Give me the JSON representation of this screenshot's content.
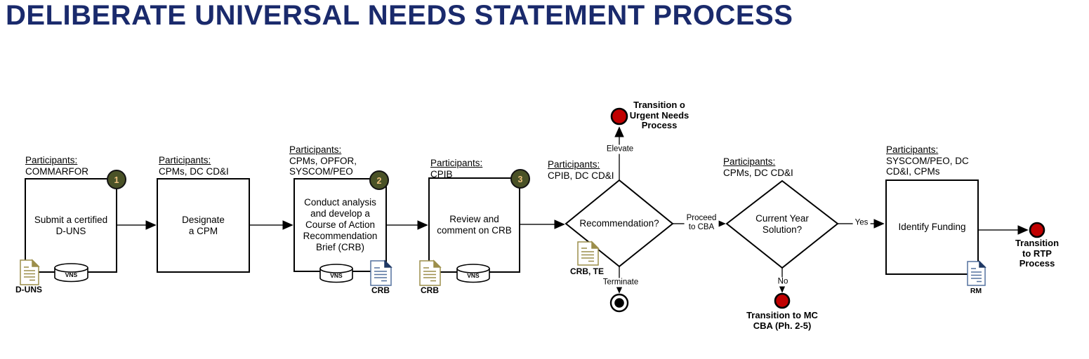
{
  "title": "DELIBERATE UNIVERSAL NEEDS STATEMENT PROCESS",
  "participants_label": "Participants:",
  "db_label": "VNS",
  "colors": {
    "title": "#1a2a6c",
    "step_badge_fill": "#4a5227",
    "step_badge_text": "#eec17f",
    "terminal_red": "#c00000",
    "doc_tan": "#9c8e4a",
    "doc_blue": "#53719e",
    "doc_blue_fold": "#1f3864",
    "connector": "#3a3a3a"
  },
  "nodes": {
    "step1": {
      "badge": "1",
      "participants": "COMMARFOR",
      "label": "Submit a certified\nD-UNS",
      "doc_label": "D-UNS"
    },
    "step2": {
      "participants": "CPMs, DC CD&I",
      "label": "Designate\na CPM"
    },
    "step3": {
      "badge": "2",
      "participants": "CPMs, OPFOR,\nSYSCOM/PEO",
      "label": "Conduct analysis\nand develop a\nCourse of Action\nRecommendation\nBrief (CRB)",
      "doc_label": "CRB"
    },
    "step4": {
      "badge": "3",
      "participants": "CPIB",
      "label": "Review and\ncomment on CRB",
      "doc_label": "CRB"
    },
    "decision1": {
      "participants": "CPIB, DC CD&I",
      "label": "Recommendation?",
      "doc_label": "CRB, TE"
    },
    "decision2": {
      "participants": "CPMs, DC CD&I",
      "label": "Current Year\nSolution?"
    },
    "step5": {
      "participants": "SYSCOM/PEO, DC\nCD&I, CPMs",
      "label": "Identify Funding",
      "doc_label": "RM"
    }
  },
  "edge_labels": {
    "elevate": "Elevate",
    "terminate": "Terminate",
    "proceed": "Proceed\nto CBA",
    "yes": "Yes",
    "no": "No"
  },
  "terminals": {
    "urgent_needs": "Transition o\nUrgent Needs\nProcess",
    "mc_cba": "Transition to MC\nCBA (Ph. 2-5)",
    "rtp": "Transition to RTP\nProcess"
  }
}
